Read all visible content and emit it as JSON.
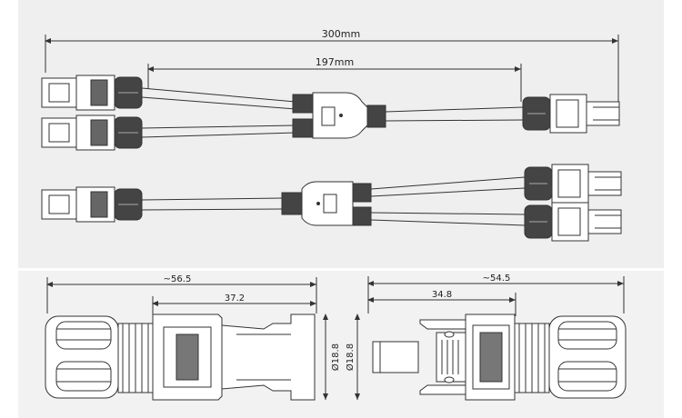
{
  "dimensions": {
    "overall_length": "300mm",
    "branch_length": "197mm",
    "male_length": "~56.5",
    "male_body_length": "37.2",
    "female_length": "~54.5",
    "female_body_length": "34.8",
    "male_diameter": "Ø18.8",
    "female_diameter": "Ø18.8"
  },
  "colors": {
    "line": "#333333",
    "fill_dark": "#555555",
    "fill_light": "#ffffff",
    "panel": "#efefef"
  }
}
